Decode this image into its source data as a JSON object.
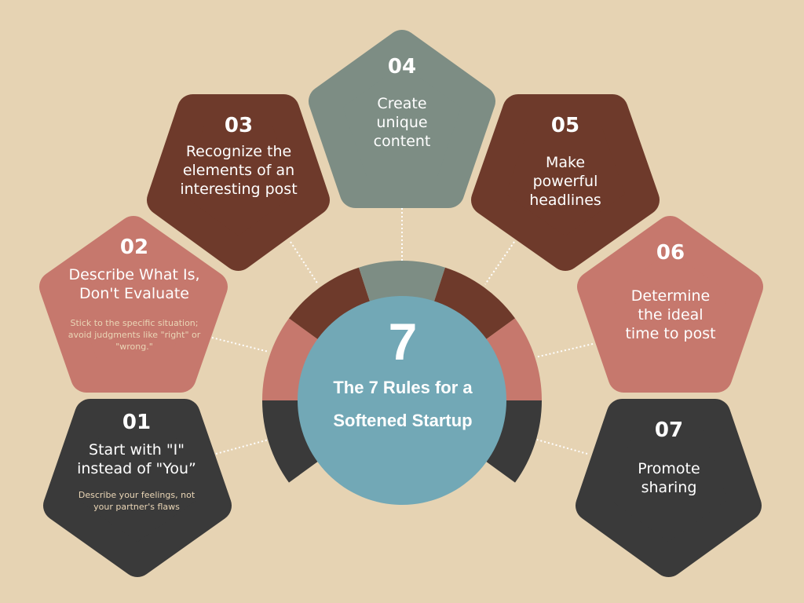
{
  "colors": {
    "background": "#e6d3b3",
    "brown": "#6e3a2b",
    "pink": "#c6786d",
    "grey": "#7d8d84",
    "dark": "#3a3a3a",
    "teal": "#72a8b6"
  },
  "center": {
    "number": "7",
    "title_line1": "The 7 Rules for a",
    "title_line2": "Softened Startup"
  },
  "rules": [
    {
      "number": "01",
      "title": "Start with \"I\" instead of \"You”",
      "subtitle": "Describe your feelings, not your partner's flaws"
    },
    {
      "number": "02",
      "title": "Describe What Is, Don't Evaluate",
      "subtitle": "Stick to the specific situation; avoid judgments like \"right\" or \"wrong.\""
    },
    {
      "number": "03",
      "title": "Recognize the elements of an interesting post"
    },
    {
      "number": "04",
      "title": "Create unique content"
    },
    {
      "number": "05",
      "title": "Make powerful headlines"
    },
    {
      "number": "06",
      "title": "Determine the ideal time to post"
    },
    {
      "number": "07",
      "title": "Promote sharing"
    }
  ]
}
